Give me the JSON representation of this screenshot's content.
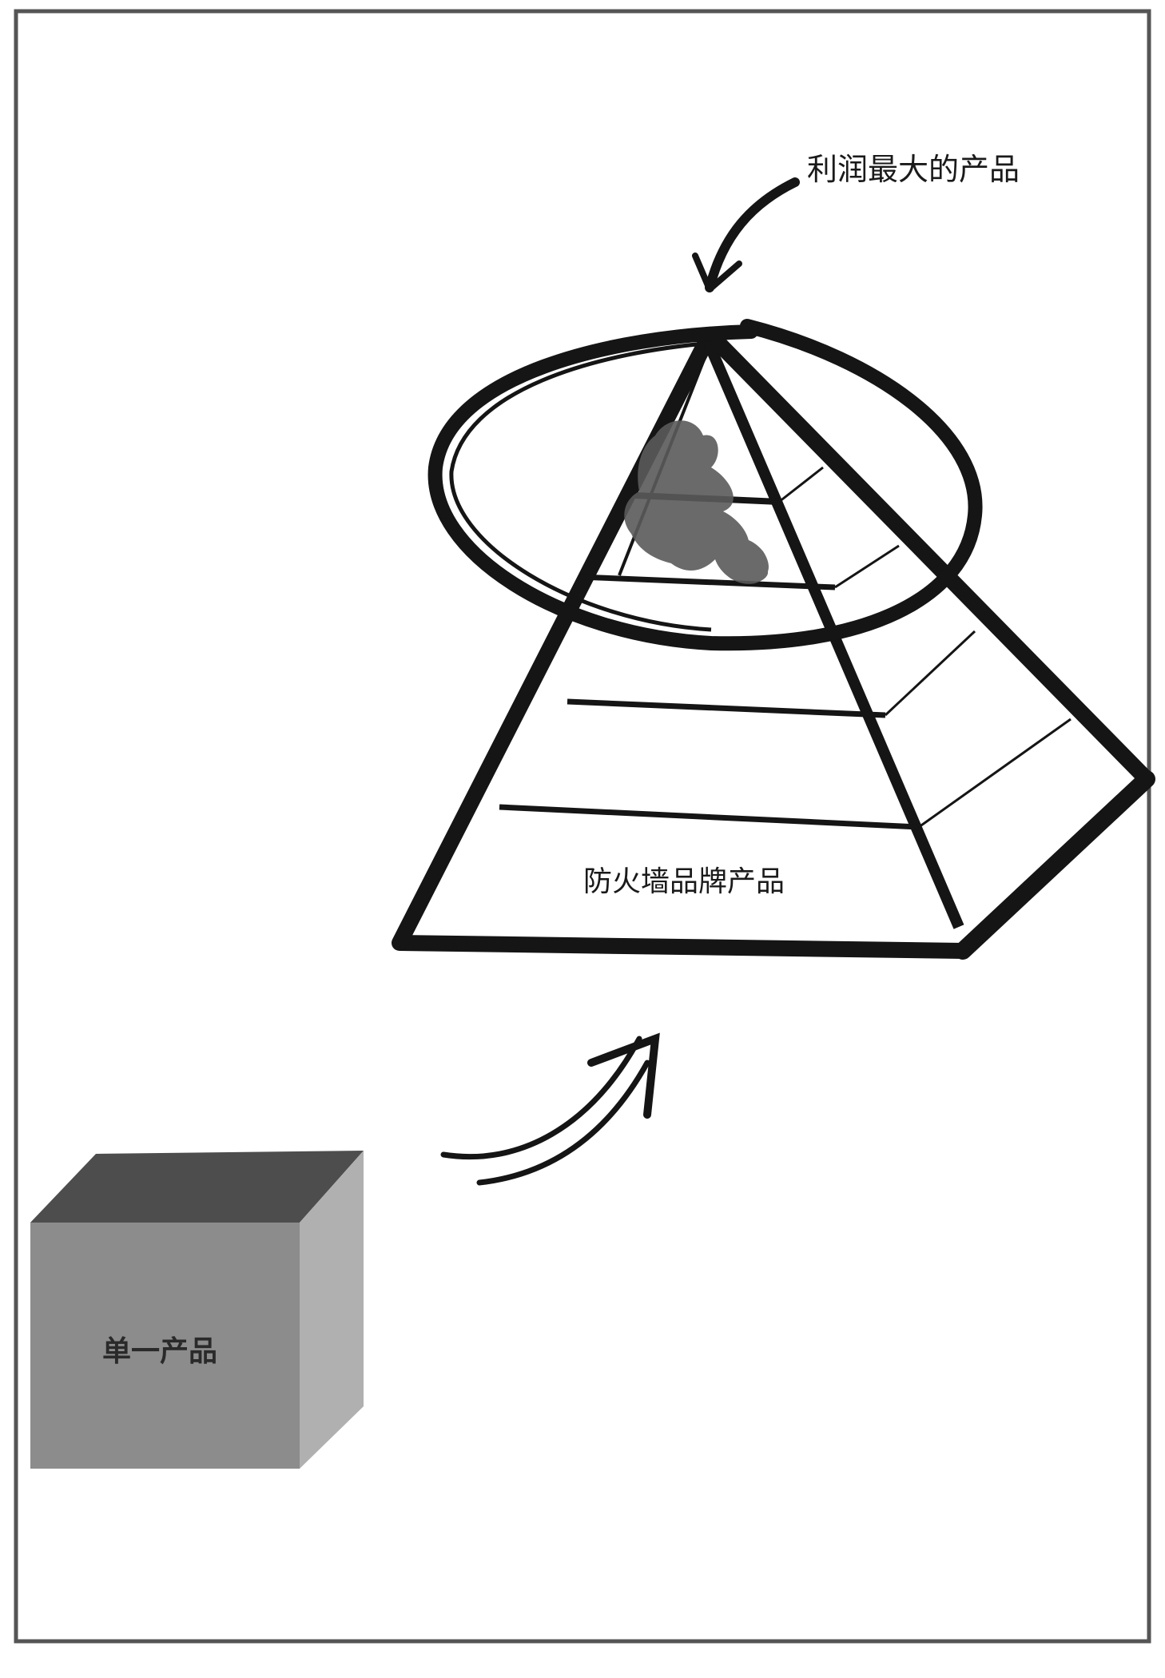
{
  "labels": {
    "top_label": "利润最大的产品",
    "pyramid_label": "防火墙品牌产品",
    "cube_label": "单一产品"
  },
  "colors": {
    "ink": "#151515",
    "frame": "#555555",
    "cube_top": "#4d4d4d",
    "cube_front": "#8c8c8c",
    "cube_side": "#b0b0b0",
    "blob": "#5a5a5a"
  }
}
